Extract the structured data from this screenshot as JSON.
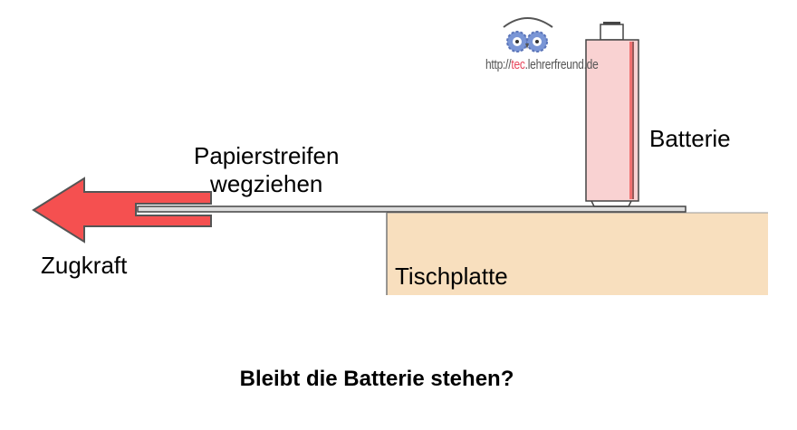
{
  "labels": {
    "strip": [
      "Papierstreifen",
      "wegziehen"
    ],
    "battery": "Batterie",
    "force": "Zugkraft",
    "table": "Tischplatte",
    "question": "Bleibt die Batterie stehen?"
  },
  "watermark": {
    "prefix": "http://",
    "highlight": "tec",
    "suffix": ".lehrerfreund.de"
  },
  "colors": {
    "arrow": "#f55050",
    "battery": "#f9d2d2",
    "battery_stripe": "#f07070",
    "table": "#f8dfbe",
    "highlight": "#e8445a"
  }
}
